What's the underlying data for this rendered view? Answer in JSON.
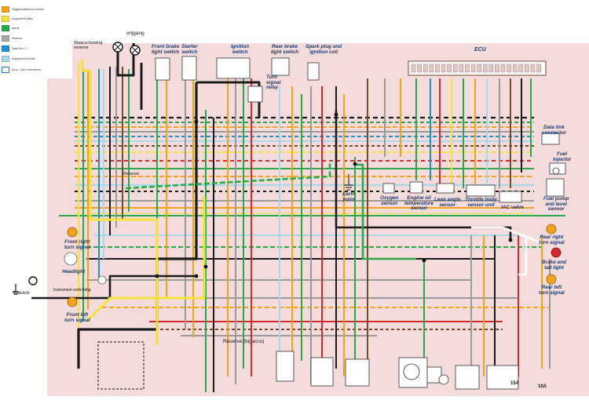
{
  "legend": [
    {
      "color": "#f3a21b",
      "text": "Vrijgeschakeld na contact"
    },
    {
      "color": "#f6e23a",
      "text": "Knipperlicht links"
    },
    {
      "color": "#2aa84a",
      "text": "Aarde"
    },
    {
      "color": "#a8a8a8",
      "text": "Reserve"
    },
    {
      "color": "#1f8fd6",
      "text": "Naar Ecu ??"
    },
    {
      "color": "#a9d8ec",
      "text": "Knipperlicht rechts"
    },
    {
      "color": "#ffffff",
      "text": "Accu + (dit controleren)"
    }
  ],
  "annotations": {
    "vrijgang": "vrijgang",
    "waarschuwing": "Waarschowing\nreserve",
    "reserve_mid": "Reserve",
    "reserve_accu": "Reserve (bij accu)",
    "instrument": "Instrument verlichting",
    "stadslicht": "Stadslicht"
  },
  "components": {
    "front_brake_switch": "Front brake\nlight switch",
    "starter_switch": "Starter\nswitch",
    "ignition_switch": "Ignition\nswitch",
    "rear_brake_switch": "Rear brake\nlight switch",
    "spark_plug": "Spark plug and\nignition coil",
    "turn_signal_relay": "Turn\nsignal\nrelay",
    "ecu": "ECU",
    "data_link": "Data link\nconnector",
    "fuel_injector": "Fuel\ninjector",
    "fuel_pump": "Fuel pump\nand level\nsensor",
    "oxygen_sensor": "Oxygen\nsensor",
    "engine_oil_temp": "Engine oil\ntemperature\nsensor",
    "lean_angle": "Lean angle\nsensor",
    "throttle_body": "Throttle body\nsensor unit",
    "iac_valve": "IAC valve",
    "earth_point": "Earth\npoint",
    "front_right_turn": "Front right\nturn signal",
    "headlight": "Headlight",
    "front_left_turn": "Front left\nturn signal",
    "rear_right_turn": "Rear right\nturn signal",
    "brake_tail": "Brake and\ntail light",
    "rear_left_turn": "Rear left\nturn signal",
    "fuse_15a": "15A",
    "fuse_10a": "10A"
  },
  "colors": {
    "background": "#f4dcdc",
    "wire_black": "#1b1b1b",
    "wire_yellow": "#f6e23a",
    "wire_green": "#2aa84a",
    "wire_orange": "#f3a21b",
    "wire_lightblue": "#a9d8ec",
    "wire_blue": "#1f8fd6",
    "wire_red": "#d6282d",
    "wire_brown": "#7a4a2a",
    "wire_grey": "#9a9a9a",
    "wire_white": "#ffffff",
    "label_blue": "#1a3a6e"
  }
}
